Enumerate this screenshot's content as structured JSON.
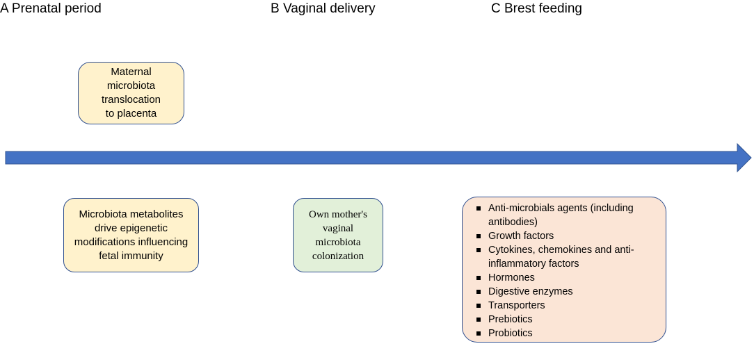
{
  "colors": {
    "arrow": "#4472C4",
    "arrow_border": "#2F528F",
    "box_border": "#2F4F8F",
    "yellow_fill": "#FFF2CC",
    "green_fill": "#E2F0D9",
    "pink_fill": "#FBE5D6"
  },
  "headings": {
    "a": "A Prenatal period",
    "b": "B Vaginal delivery",
    "c": "C  Brest feeding"
  },
  "boxes": {
    "maternal": {
      "lines": [
        "Maternal",
        "microbiota",
        "translocation",
        "to placenta"
      ]
    },
    "metabolites": {
      "lines": [
        "Microbiota metabolites",
        "drive epigenetic",
        "modifications influencing",
        "fetal immunity"
      ]
    },
    "vaginal": {
      "lines": [
        "Own mother's",
        "vaginal",
        "microbiota",
        "colonization"
      ]
    },
    "breast": {
      "items": [
        {
          "lines": [
            "Anti-microbials agents (including",
            "antibodies)"
          ]
        },
        {
          "lines": [
            "Growth factors"
          ]
        },
        {
          "lines": [
            "Cytokines, chemokines and anti-",
            "inflammatory factors"
          ]
        },
        {
          "lines": [
            "Hormones"
          ]
        },
        {
          "lines": [
            "Digestive enzymes"
          ]
        },
        {
          "lines": [
            "Transporters"
          ]
        },
        {
          "lines": [
            "Prebiotics"
          ]
        },
        {
          "lines": [
            "Probiotics"
          ]
        }
      ]
    }
  }
}
